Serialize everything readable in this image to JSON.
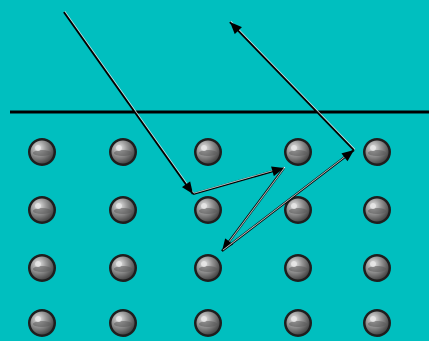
{
  "scene": {
    "background_color": "#00bfbf",
    "line_color": "#000000",
    "arrow_shaft_color": "#000000",
    "arrow_highlight_color": "#ffffff"
  },
  "lattice": {
    "columns": 5,
    "rows": 4,
    "atom_colors": {
      "rim": "#1e1e1e",
      "body": "#8c8c8c",
      "highlight": "#e6e6e6",
      "shadow": "#5a5a5a"
    }
  },
  "particle_path": {
    "segments": [
      {
        "from": "incoming",
        "to": "atom-r1c2",
        "head": true
      },
      {
        "from": "atom-r1c2",
        "to": "atom-r0c3",
        "head": true
      },
      {
        "from": "atom-r0c3",
        "to": "atom-r2c2",
        "head": true
      },
      {
        "from": "atom-r2c2",
        "to": "atom-r0c4",
        "head": true
      },
      {
        "from": "atom-r0c4",
        "to": "outgoing",
        "head": true
      }
    ]
  }
}
